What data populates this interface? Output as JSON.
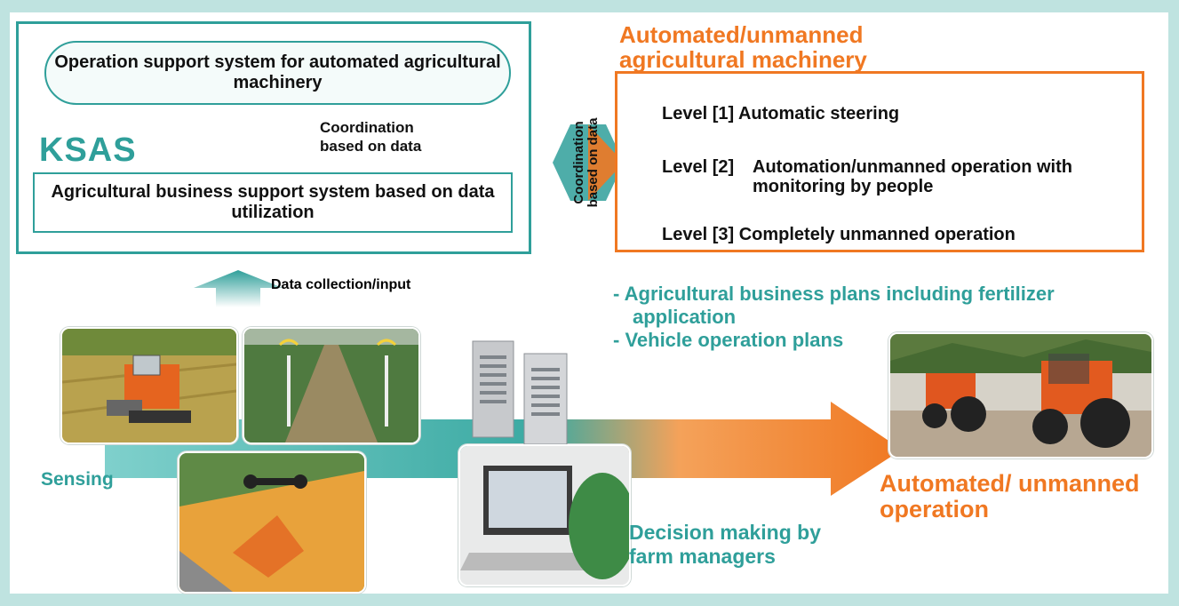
{
  "ksas": {
    "logo": "KSAS",
    "operation_system": "Operation support system for automated agricultural machinery",
    "coordination": "Coordination based on data",
    "business_system": "Agricultural business support system based on data utilization"
  },
  "coordination_side": {
    "line1": "Coordination",
    "line2": "based on data"
  },
  "automated": {
    "title": "Automated/unmanned agricultural machinery",
    "levels": [
      {
        "level": "Level [1]",
        "text": "Automatic steering"
      },
      {
        "level": "Level [2]",
        "text": "Automation/unmanned operation with monitoring by people"
      },
      {
        "level": "Level [3]",
        "text": "Completely unmanned operation"
      }
    ]
  },
  "flow": {
    "data_collection": "Data collection/input",
    "plans": [
      "- Agricultural business plans including fertilizer application",
      "- Vehicle operation plans"
    ],
    "sensing": "Sensing",
    "decision": "Decision making by farm managers",
    "automated_operation": "Automated/ unmanned operation"
  },
  "colors": {
    "teal": "#2f9f9a",
    "orange": "#f07822",
    "background": "#bfe3e0"
  }
}
